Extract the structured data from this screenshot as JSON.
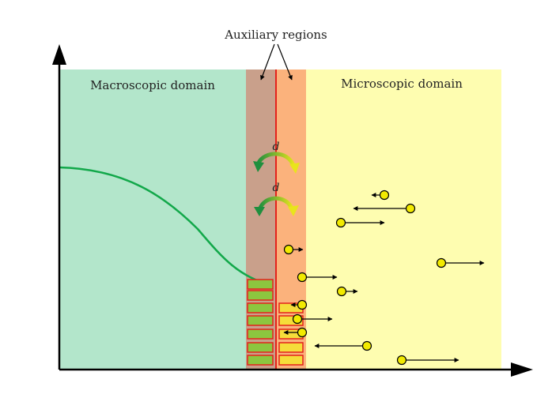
{
  "labels": {
    "auxiliary": "Auxiliary regions",
    "macro": "Macroscopic domain",
    "micro": "Microscopic domain",
    "transfer_top": "d",
    "transfer_bottom": "d"
  },
  "colors": {
    "macro_fill": "#b3e6cb",
    "aux_left_fill": "#c9a08b",
    "aux_right_fill": "#fbb27c",
    "micro_fill": "#fefdb0",
    "interface_line": "#e3221b",
    "curve": "#12a84a",
    "cell_green": "#8cc63f",
    "cell_yellow": "#f5dd3a",
    "particle": "#f2ea00"
  },
  "icons": {
    "transfer_arrow_top": "curved-double-arrow-icon",
    "transfer_arrow_bottom": "curved-double-arrow-icon"
  }
}
